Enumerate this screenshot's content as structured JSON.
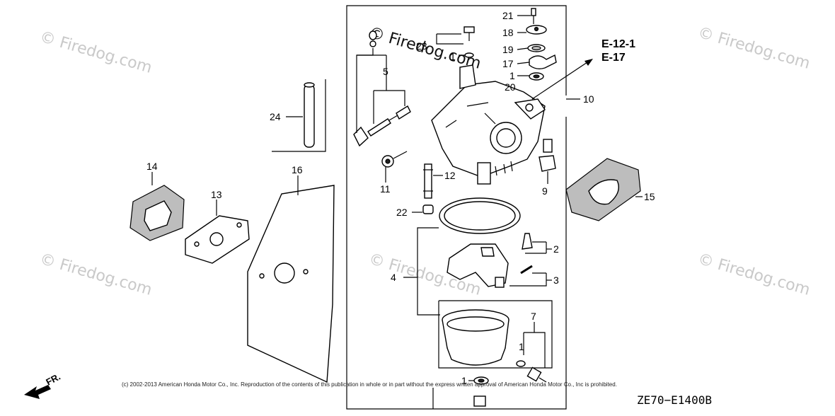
{
  "watermark": {
    "text": "© Firedog.com"
  },
  "callouts": {
    "n1": "1",
    "n2": "2",
    "n3": "3",
    "n4": "4",
    "n5": "5",
    "n7": "7",
    "n9": "9",
    "n10": "10",
    "n11": "11",
    "n12": "12",
    "n13": "13",
    "n14": "14",
    "n15": "15",
    "n16": "16",
    "n17": "17",
    "n18": "18",
    "n19": "19",
    "n20": "20",
    "n21": "21",
    "n22": "22",
    "n23": "23",
    "n24": "24"
  },
  "refs": {
    "ref1": "E-12-1",
    "ref2": "E-17"
  },
  "direction": {
    "label": "FR."
  },
  "footer": {
    "copyright": "(c) 2002-2013 American Honda Motor Co., Inc. Reproduction of the contents of this publication in whole or in part without the express written approval of American Honda Motor Co., Inc is prohibited.",
    "diagram_code": "ZE70−E1400B"
  }
}
